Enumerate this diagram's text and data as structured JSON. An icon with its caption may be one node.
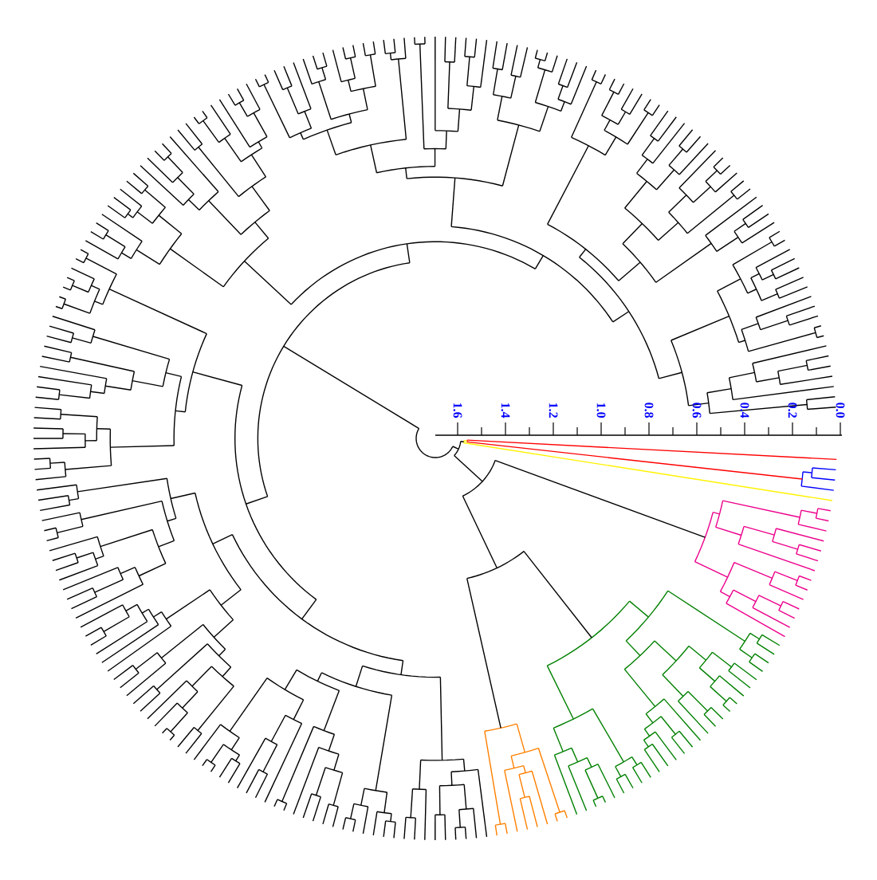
{
  "diagram": {
    "labels": [
      "1.6",
      "1.4",
      "1.2",
      "1.0",
      "0.8",
      "0.6",
      "0.4",
      "0.2",
      "0.0"
    ]
  }
}
